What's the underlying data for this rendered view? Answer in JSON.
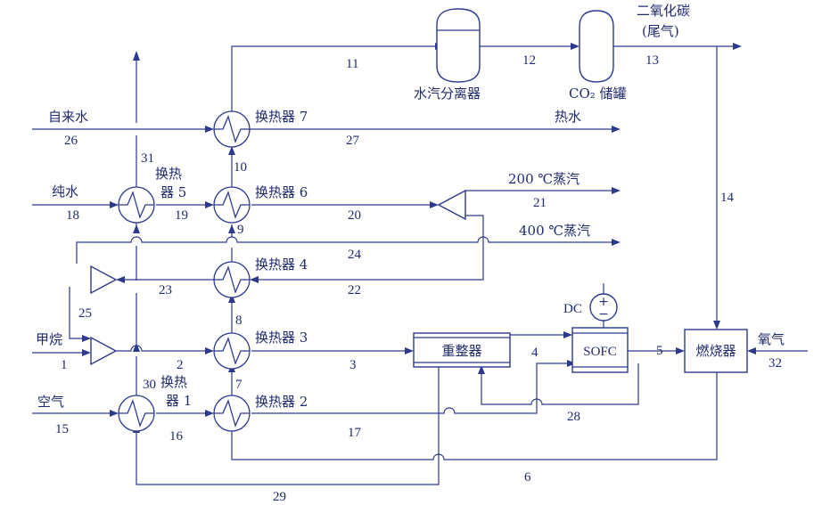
{
  "labels": {
    "co2": "二氧化碳",
    "tail_gas": "(尾气)",
    "water_separator": "水汽分离器",
    "co2_tank": "CO₂ 储罐",
    "tap_water": "自来水",
    "hot_water": "热水",
    "pure_water": "纯水",
    "steam_200": "200 ℃蒸汽",
    "steam_400": "400 ℃蒸汽",
    "methane": "甲烷",
    "air": "空气",
    "oxygen": "氧气",
    "reformer": "重整器",
    "sofc": "SOFC",
    "burner": "燃烧器",
    "dc": "DC",
    "hx1_a": "换热",
    "hx1_b": "器 1",
    "hx2": "换热器 2",
    "hx3": "换热器 3",
    "hx4": "换热器 4",
    "hx5_a": "换热",
    "hx5_b": "器 5",
    "hx6": "换热器 6",
    "hx7": "换热器 7"
  },
  "streams": [
    "1",
    "2",
    "3",
    "4",
    "5",
    "6",
    "7",
    "8",
    "9",
    "10",
    "11",
    "12",
    "13",
    "14",
    "15",
    "16",
    "17",
    "18",
    "19",
    "20",
    "21",
    "22",
    "23",
    "24",
    "25",
    "26",
    "27",
    "28",
    "29",
    "30",
    "31",
    "32"
  ]
}
